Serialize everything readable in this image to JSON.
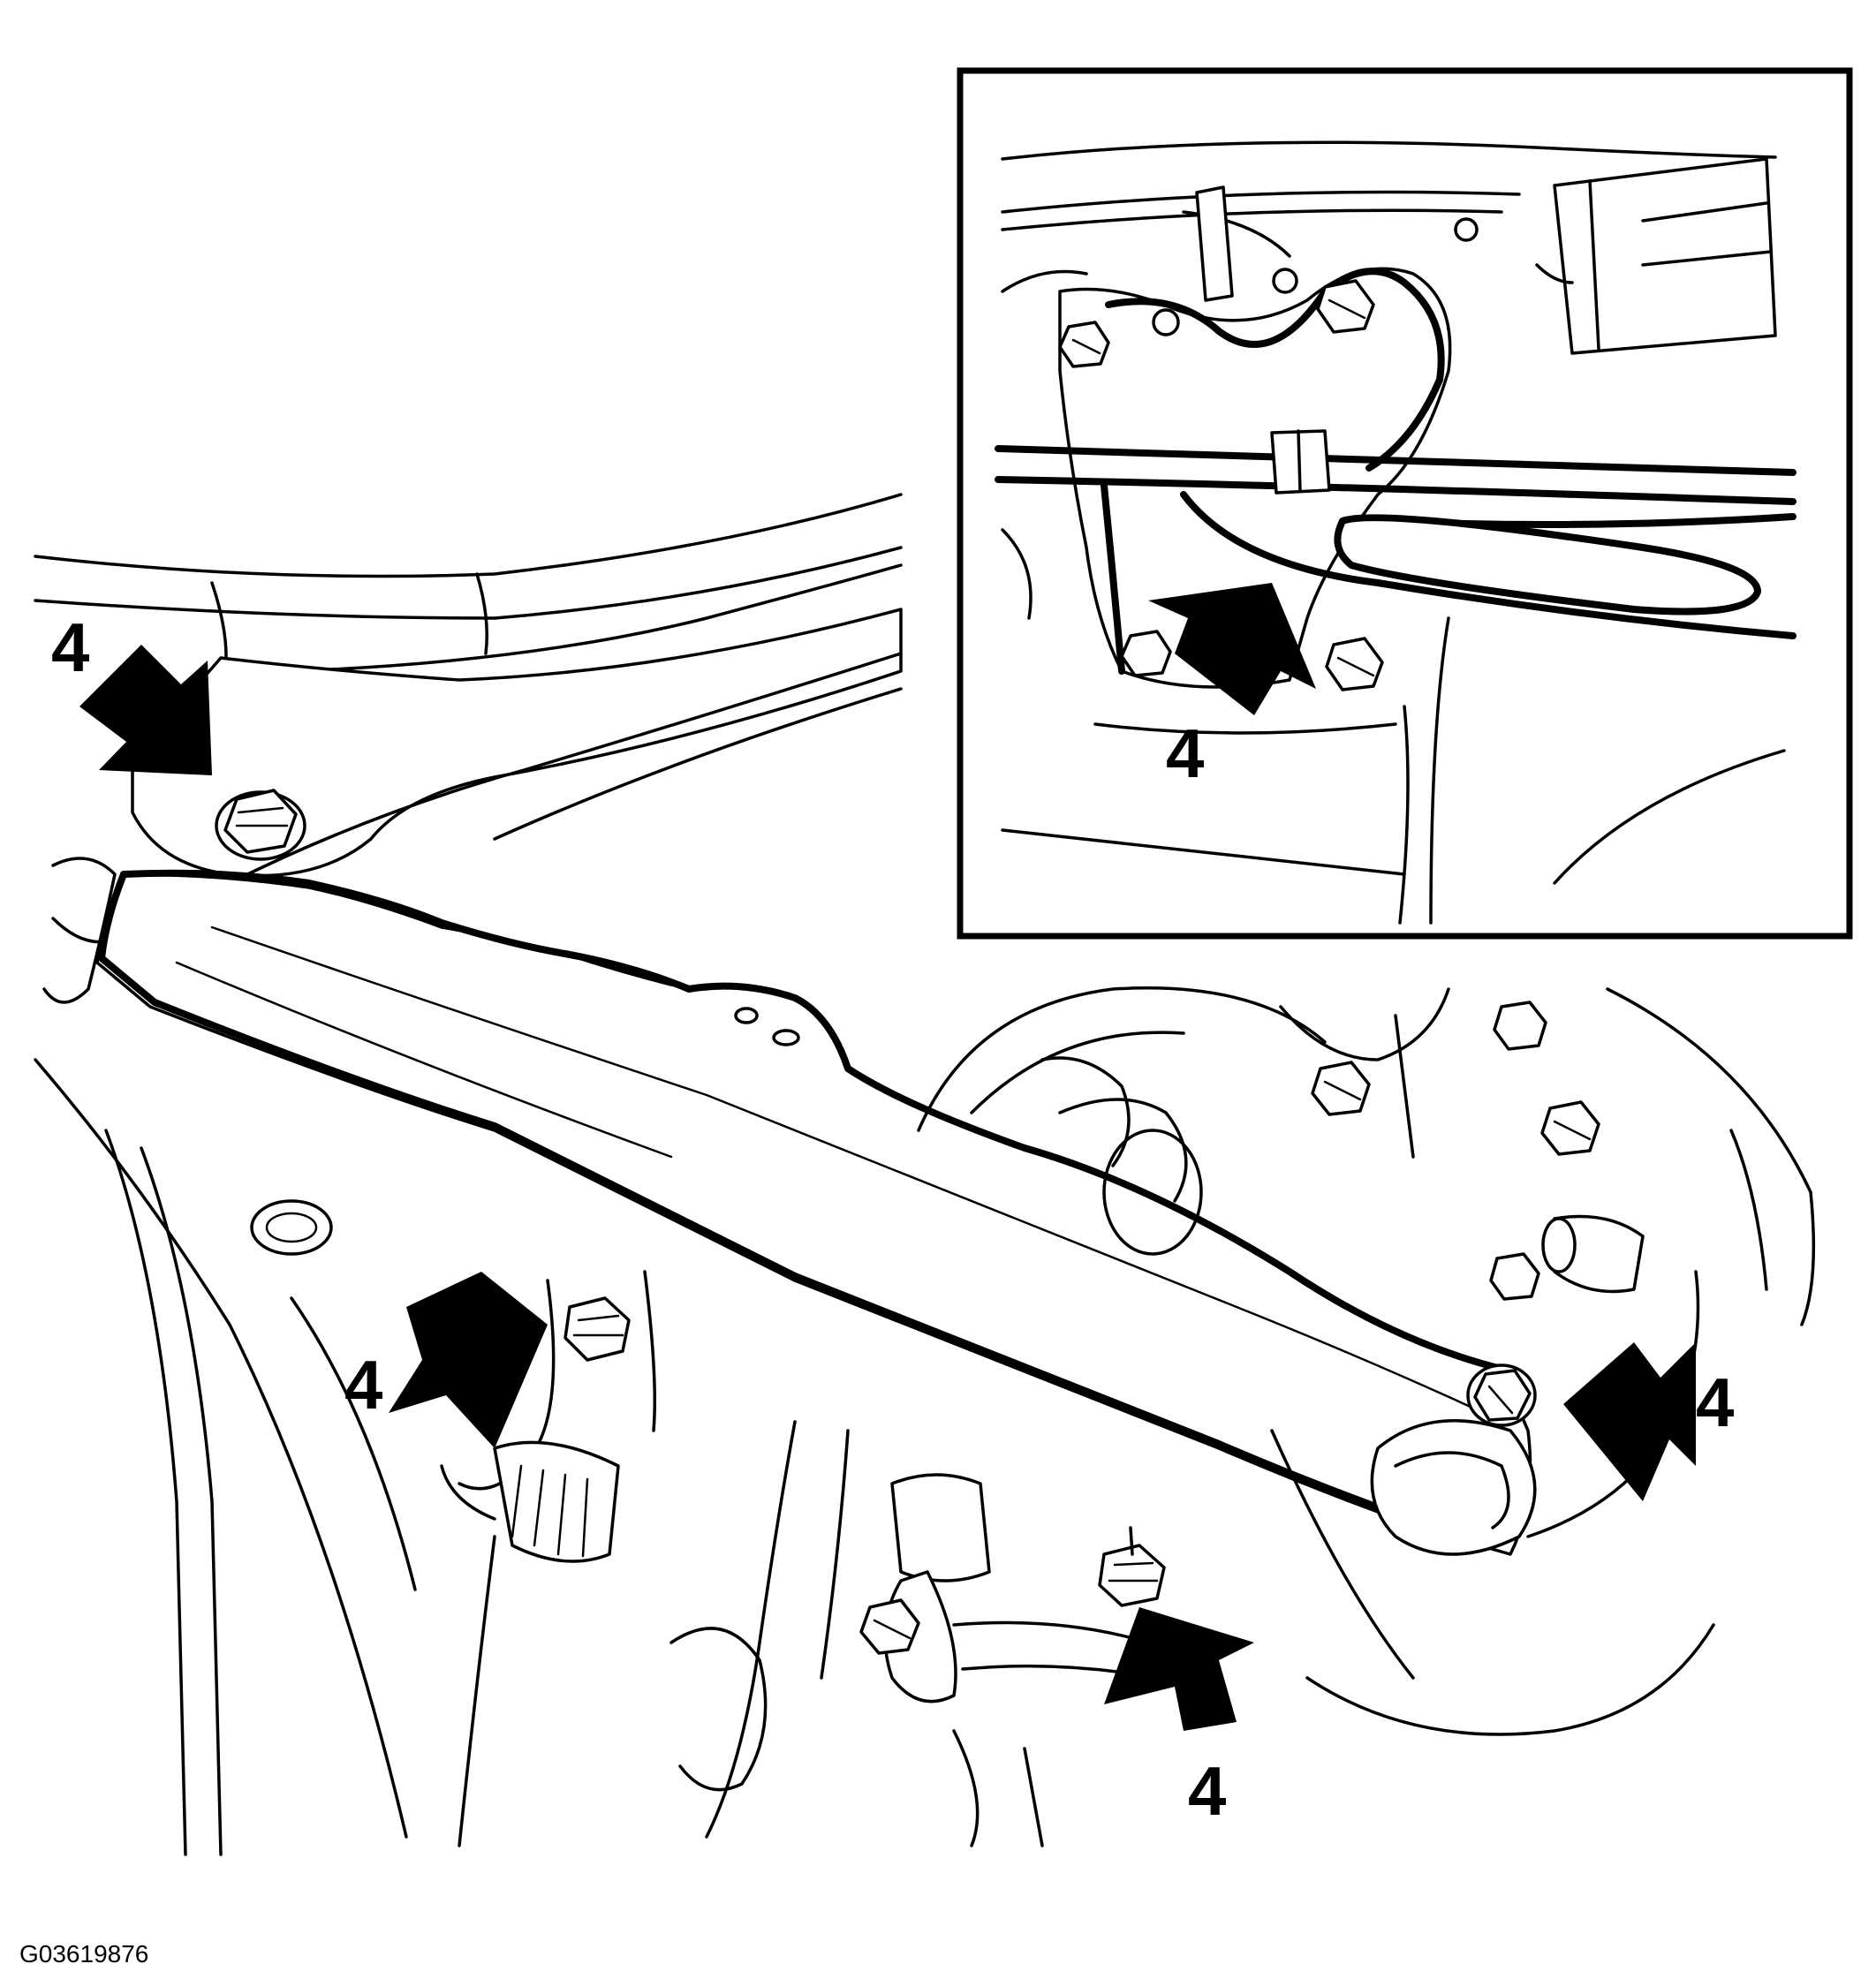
{
  "figure": {
    "id_code": "G03619876"
  },
  "callouts": [
    {
      "label": "4"
    },
    {
      "label": "4"
    },
    {
      "label": "4"
    },
    {
      "label": "4"
    },
    {
      "label": "4"
    }
  ]
}
